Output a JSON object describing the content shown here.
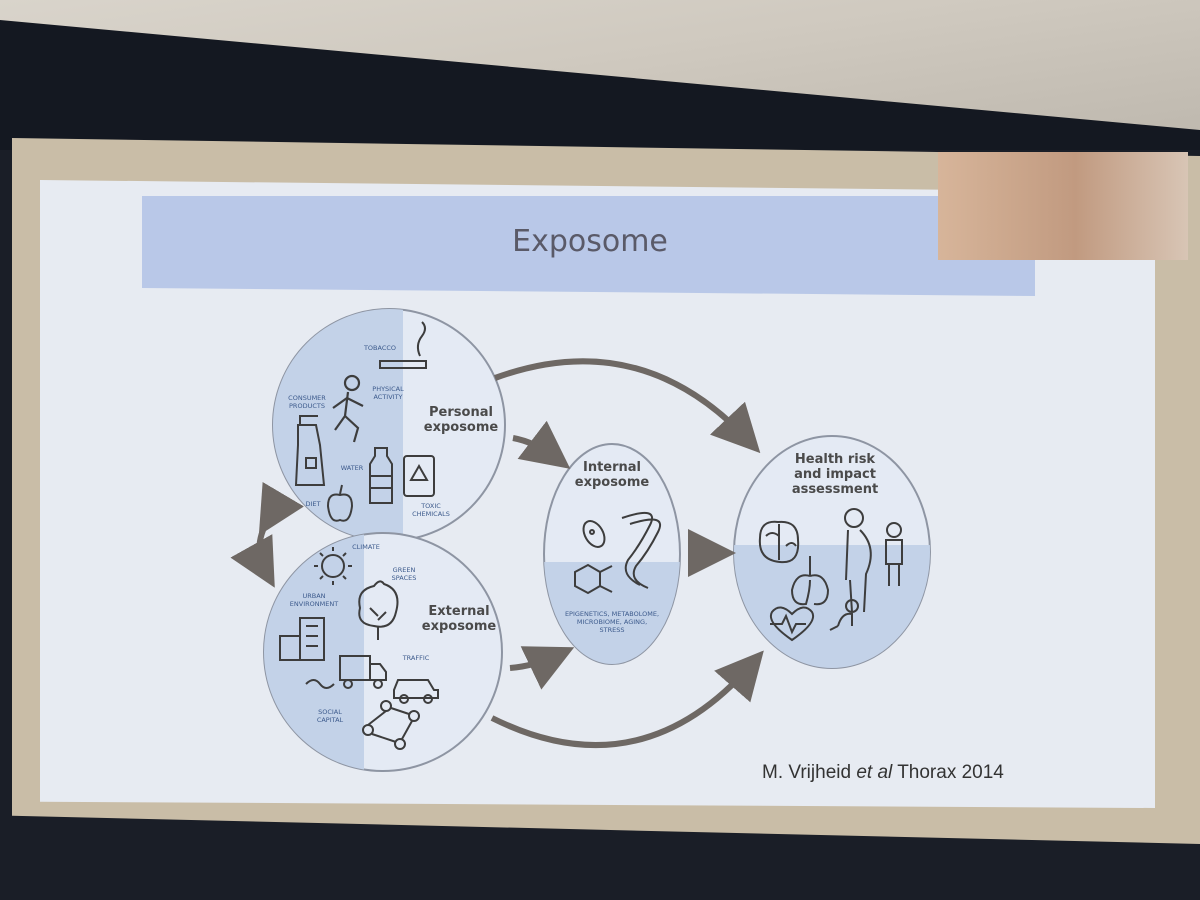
{
  "slide": {
    "title": "Exposome",
    "citation_author": "M. Vrijheid",
    "citation_etal": "et al",
    "citation_source": "Thorax 2014"
  },
  "diagram": {
    "personal": {
      "title_line1": "Personal",
      "title_line2": "exposome",
      "labels": {
        "tobacco": "TOBACCO",
        "consumer_line1": "CONSUMER",
        "consumer_line2": "PRODUCTS",
        "physical_line1": "PHYSICAL",
        "physical_line2": "ACTIVITY",
        "water": "WATER",
        "diet": "DIET",
        "toxic_line1": "TOXIC",
        "toxic_line2": "CHEMICALS"
      }
    },
    "external": {
      "title_line1": "External",
      "title_line2": "exposome",
      "labels": {
        "climate": "CLIMATE",
        "green_line1": "GREEN",
        "green_line2": "SPACES",
        "urban_line1": "URBAN",
        "urban_line2": "ENVIRONMENT",
        "traffic": "TRAFFIC",
        "social_line1": "SOCIAL",
        "social_line2": "CAPITAL"
      }
    },
    "internal": {
      "title_line1": "Internal",
      "title_line2": "exposome",
      "label_line1": "EPIGENETICS, METABOLOME,",
      "label_line2": "MICROBIOME, AGING,",
      "label_line3": "STRESS"
    },
    "health": {
      "title_line1": "Health risk",
      "title_line2": "and impact",
      "title_line3": "assessment"
    }
  },
  "colors": {
    "title_bar": "#b9c8e8",
    "circle_fill": "#dfe6f1",
    "circle_tint": "#b7c8e2",
    "arrow": "#6e6864",
    "label_blue": "#3c5a8c"
  }
}
